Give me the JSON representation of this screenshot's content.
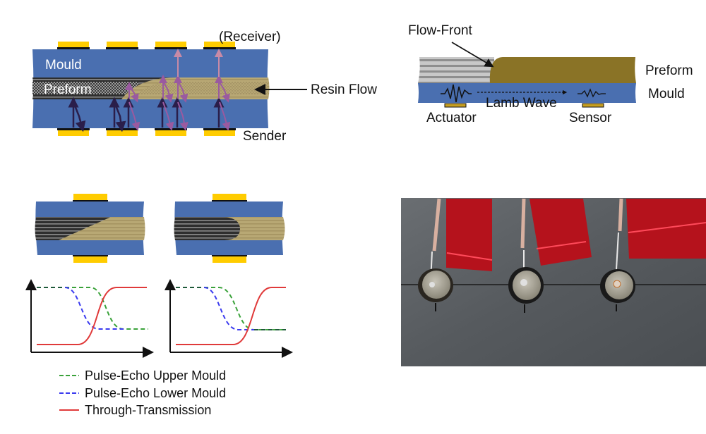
{
  "figure": {
    "panel_a": {
      "labels": {
        "receiver": "(Receiver)",
        "mould": "Mould",
        "preform": "Preform",
        "resin_flow": "Resin Flow",
        "sender": "Sender"
      },
      "transducer_count": 4
    },
    "panel_b": {
      "labels": {
        "flow_front": "Flow-Front",
        "preform": "Preform",
        "mould": "Mould",
        "lamb_wave": "Lamb Wave",
        "actuator": "Actuator",
        "sensor": "Sensor"
      }
    },
    "panel_c": {
      "cases": [
        "angled flow front",
        "parabolic flow front"
      ],
      "legend": [
        {
          "label": "Pulse-Echo Upper Mould",
          "color": "#3aa23a",
          "style": "dashed"
        },
        {
          "label": "Pulse-Echo Lower Mould",
          "color": "#3a3aef",
          "style": "dashed"
        },
        {
          "label": "Through-Transmission",
          "color": "#e03a3a",
          "style": "solid"
        }
      ]
    },
    "panel_d": {
      "description": "Photo of three sensor discs with wires and red tape on mould surface",
      "sensor_count": 3
    },
    "colors": {
      "mould": "#4a6fb0",
      "transducer": "#ffcc00",
      "resin": "#b5a46e",
      "resin_dark": "#8a7326",
      "dry_fibre": "#3a3a3a",
      "arrow_dark": "#2a1e4a",
      "arrow_purple": "#9a5aa0",
      "arrow_pink": "#c88aa6"
    }
  }
}
